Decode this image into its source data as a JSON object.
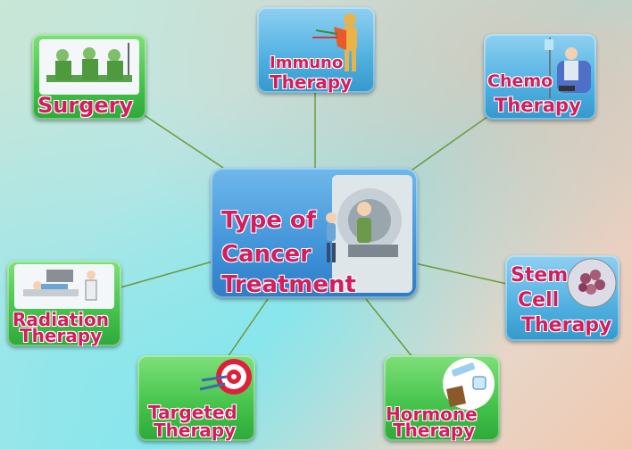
{
  "center": {
    "line1": "Type of",
    "line2": "Cancer",
    "line3": "Treatment"
  },
  "nodes": {
    "surgery": {
      "label": "Surgery"
    },
    "immuno": {
      "line1": "Immuno",
      "line2": "Therapy"
    },
    "chemo": {
      "line1": "Chemo",
      "line2": "Therapy"
    },
    "stemcell": {
      "line1": "Stem",
      "line2": "Cell",
      "line3": "Therapy"
    },
    "hormone": {
      "line1": "Hormone",
      "line2": "Therapy"
    },
    "targeted": {
      "line1": "Targeted",
      "line2": "Therapy"
    },
    "radiation": {
      "line1": "Radiation",
      "line2": "Therapy"
    }
  },
  "colors": {
    "label": "#d21e5e",
    "green_node": "#43c24a",
    "blue_node": "#4fb0e0",
    "center_node": "#3b8fd6",
    "connector": "#6a9a3a"
  }
}
